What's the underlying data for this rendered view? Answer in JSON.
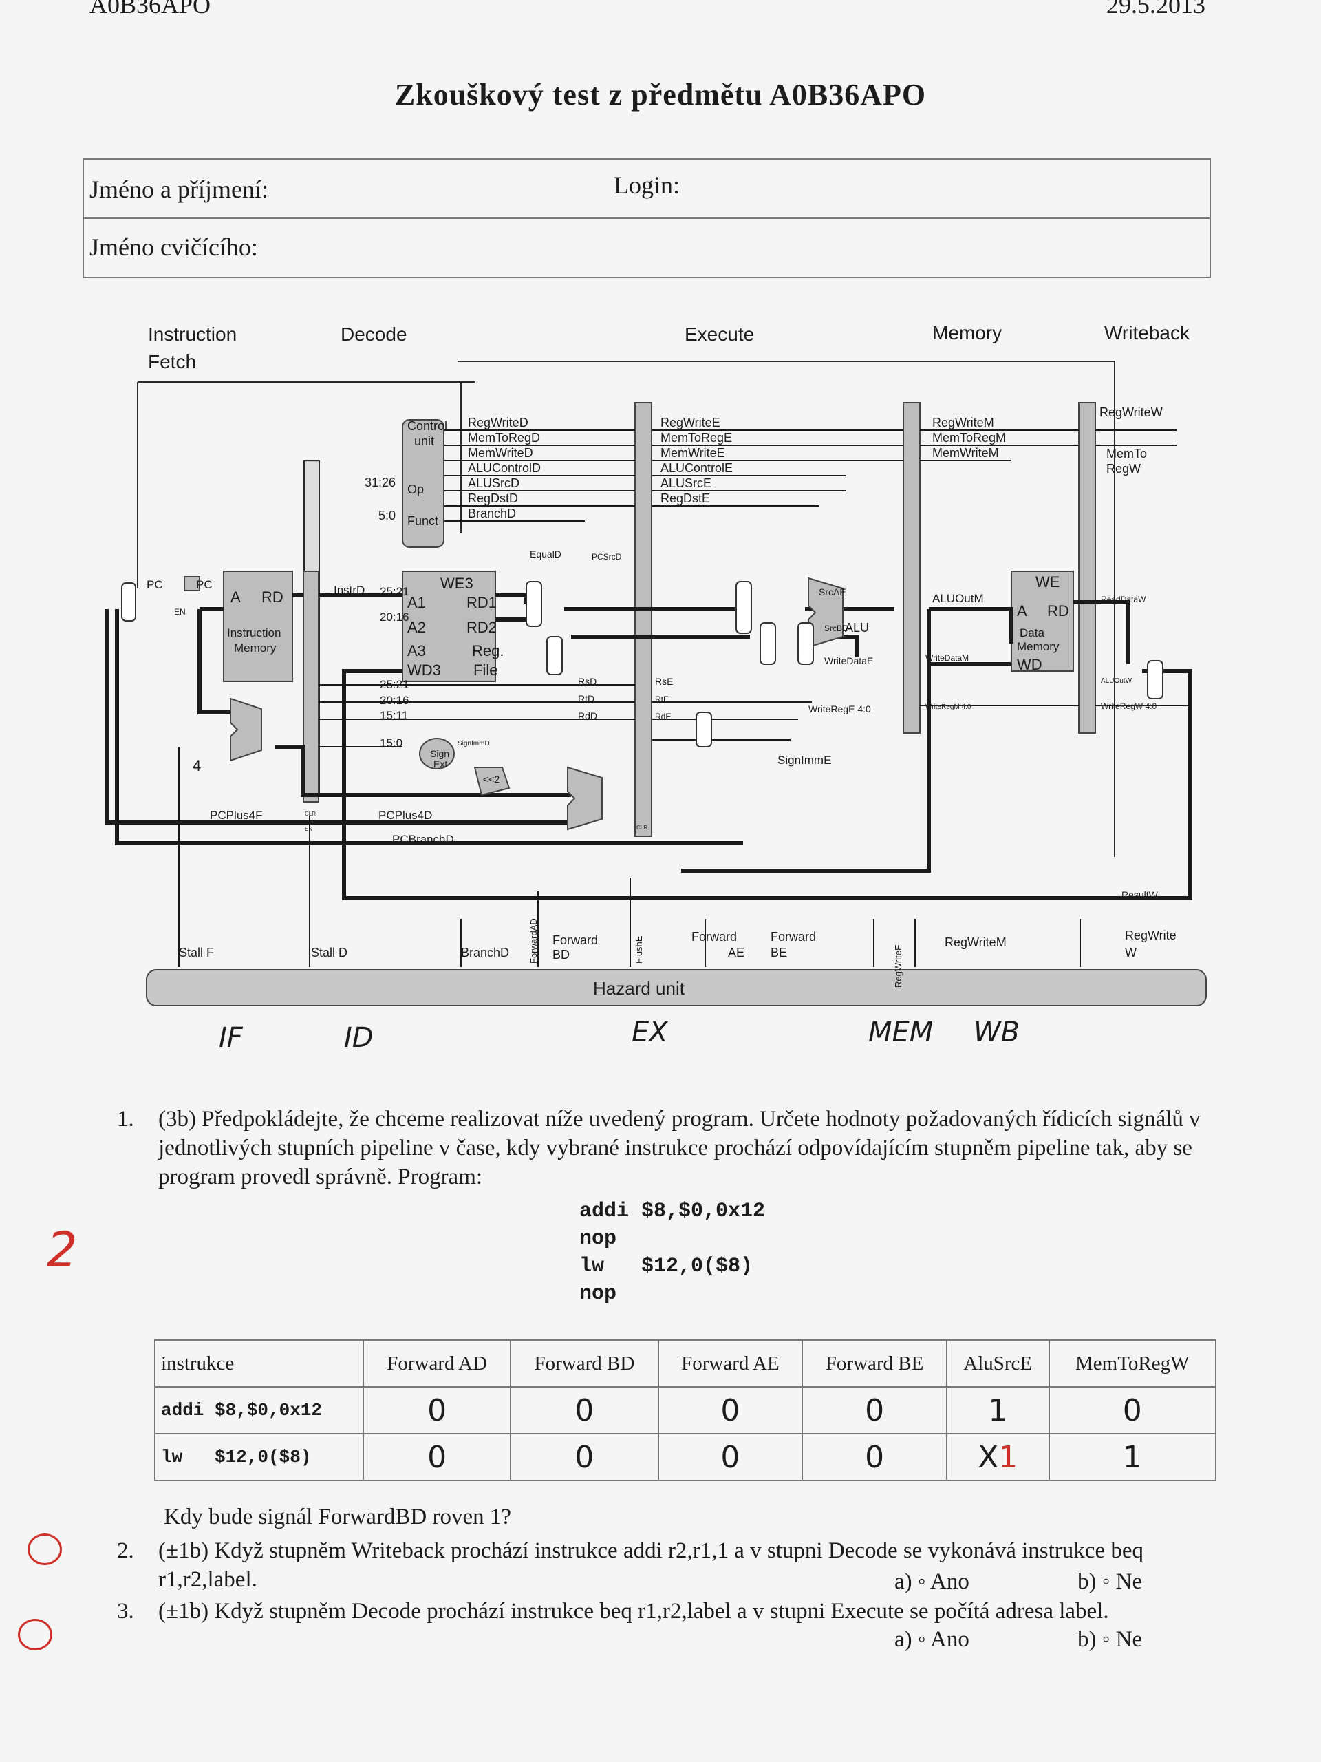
{
  "header": {
    "course_code": "A0B36APO",
    "date": "29.5.2013"
  },
  "title": "Zkouškový test z předmětu A0B36APO",
  "form": {
    "name_label": "Jméno a příjmení:",
    "login_label": "Login:",
    "instructor_label": "Jméno cvičícího:"
  },
  "diagram": {
    "stages": [
      "Instruction",
      "Fetch",
      "Decode",
      "Execute",
      "Memory",
      "Writeback"
    ],
    "control_unit": [
      "Control",
      "unit",
      "Op",
      "Funct",
      "31:26",
      "5:0"
    ],
    "decode_signals": [
      "RegWriteD",
      "MemToRegD",
      "MemWriteD",
      "ALUControlD",
      "ALUSrcD",
      "RegDstD",
      "BranchD"
    ],
    "execute_signals": [
      "RegWriteE",
      "MemToRegE",
      "MemWriteE",
      "ALUControlE",
      "ALUSrcE",
      "RegDstE"
    ],
    "memory_signals": [
      "RegWriteM",
      "MemToRegM",
      "MemWriteM"
    ],
    "writeback_signals": [
      "RegWriteW",
      "MemTo",
      "RegW"
    ],
    "regfile": [
      "WE3",
      "A1",
      "RD1",
      "A2",
      "RD2",
      "A3",
      "Reg.",
      "WD3",
      "File",
      "25:21",
      "20:16",
      "25:21",
      "20:16",
      "15:11",
      "15:0"
    ],
    "imem": [
      "A",
      "RD",
      "Instruction",
      "Memory",
      "PC",
      "PC",
      "EN",
      "4",
      "InstrD"
    ],
    "dmem": [
      "WE",
      "A",
      "RD",
      "Data",
      "Memory",
      "WD"
    ],
    "wires": [
      "PCPlus4F",
      "PCPlus4D",
      "PCBranchD",
      "EqualD",
      "PCSrcD",
      "RsD",
      "RtD",
      "RdD",
      "RsE",
      "RtE",
      "RdE",
      "SrcAE",
      "SrcBE",
      "ALU",
      "WriteDataE",
      "WriteRegE 4:0",
      "SignImmE",
      "ALUOutM",
      "WriteDataM",
      "WriteRegM 4:0",
      "ReadDataW",
      "ALUOutW",
      "WriteRegW 4:0",
      "ResultW",
      "Sign",
      "Ext",
      "SignImmD",
      "<<2",
      "CLR",
      "CLR",
      "EN"
    ],
    "hazard_labels": [
      "Stall F",
      "Stall D",
      "BranchD",
      "ForwardAD",
      "Forward",
      "BD",
      "FlushE",
      "Forward",
      "AE",
      "Forward",
      "BE",
      "RegWriteE",
      "RegWriteM",
      "RegWrite",
      "W"
    ],
    "hazard_unit": "Hazard unit"
  },
  "handwritten_stages": [
    "IF",
    "ID",
    "EX",
    "MEM",
    "WB"
  ],
  "question1": {
    "number": "1.",
    "text": "(3b) Předpokládejte, že chceme realizovat níže uvedený program. Určete hodnoty požadovaných řídicích signálů v jednotlivých stupních pipeline v čase, kdy vybrané instrukce prochází odpovídajícím stupněm pipeline tak, aby se program provedl správně. Program:",
    "program": [
      "addi $8,$0,0x12",
      "nop",
      "lw   $12,0($8)",
      "nop"
    ],
    "score": "2"
  },
  "table": {
    "headers": [
      "instrukce",
      "Forward AD",
      "Forward BD",
      "Forward AE",
      "Forward BE",
      "AluSrcE",
      "MemToRegW"
    ],
    "rows": [
      {
        "instr": "addi $8,$0,0x12",
        "values": [
          "0",
          "0",
          "0",
          "0",
          "1",
          "0"
        ]
      },
      {
        "instr": "lw   $12,0($8)",
        "values": [
          "0",
          "0",
          "0",
          "0",
          "X",
          "1"
        ],
        "correction": "1"
      }
    ]
  },
  "forwardbd_question": "Kdy bude signál ForwardBD roven 1?",
  "question2": {
    "number": "2.",
    "text": "(±1b) Když stupněm Writeback prochází instrukce addi r2,r1,1 a v stupni Decode se vykonává instrukce beq r1,r2,label.",
    "opt_a": "a) ◦ Ano",
    "opt_b": "b) ◦ Ne"
  },
  "question3": {
    "number": "3.",
    "text": "(±1b) Když stupněm Decode prochází instrukce beq r1,r2,label a v stupni Execute se počítá adresa label.",
    "opt_a": "a) ◦ Ano",
    "opt_b": "b) ◦ Ne"
  }
}
